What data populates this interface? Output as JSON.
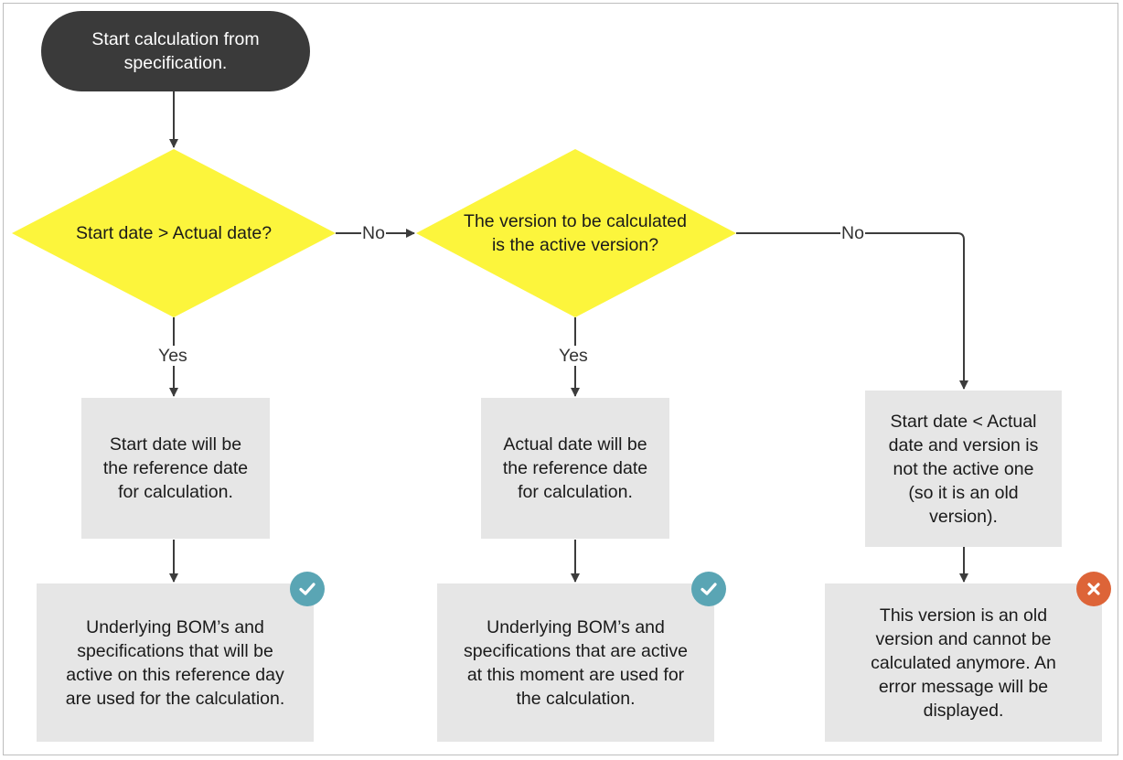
{
  "flowchart": {
    "start": {
      "text": "Start calculation from specification."
    },
    "decision1": {
      "text": "Start date > Actual date?"
    },
    "decision2": {
      "text": "The version to be calculated is the active version?"
    },
    "edge_labels": {
      "d1_no": "No",
      "d1_yes": "Yes",
      "d2_no": "No",
      "d2_yes": "Yes"
    },
    "step_left": {
      "text": "Start date will be the reference date for calculation."
    },
    "step_middle": {
      "text": "Actual date will be the reference date for calculation."
    },
    "step_right": {
      "text": "Start date < Actual date and version is not the active one (so it is an old version)."
    },
    "result_left": {
      "text": "Underlying BOM’s and specifications that will be active on this reference day are used for the calculation.",
      "status_icon": "check-icon"
    },
    "result_middle": {
      "text": "Underlying BOM’s and specifications that are active at this moment are used for the calculation.",
      "status_icon": "check-icon"
    },
    "result_right": {
      "text": "This version is an old version and cannot be calculated anymore. An error message will be displayed.",
      "status_icon": "cross-icon"
    }
  },
  "colors": {
    "decision_fill": "#fcf53c",
    "box_fill": "#e6e6e6",
    "start_fill": "#3a3a3a",
    "connector": "#3c3c3c",
    "success": "#5aa5b4",
    "error": "#dd6438"
  }
}
